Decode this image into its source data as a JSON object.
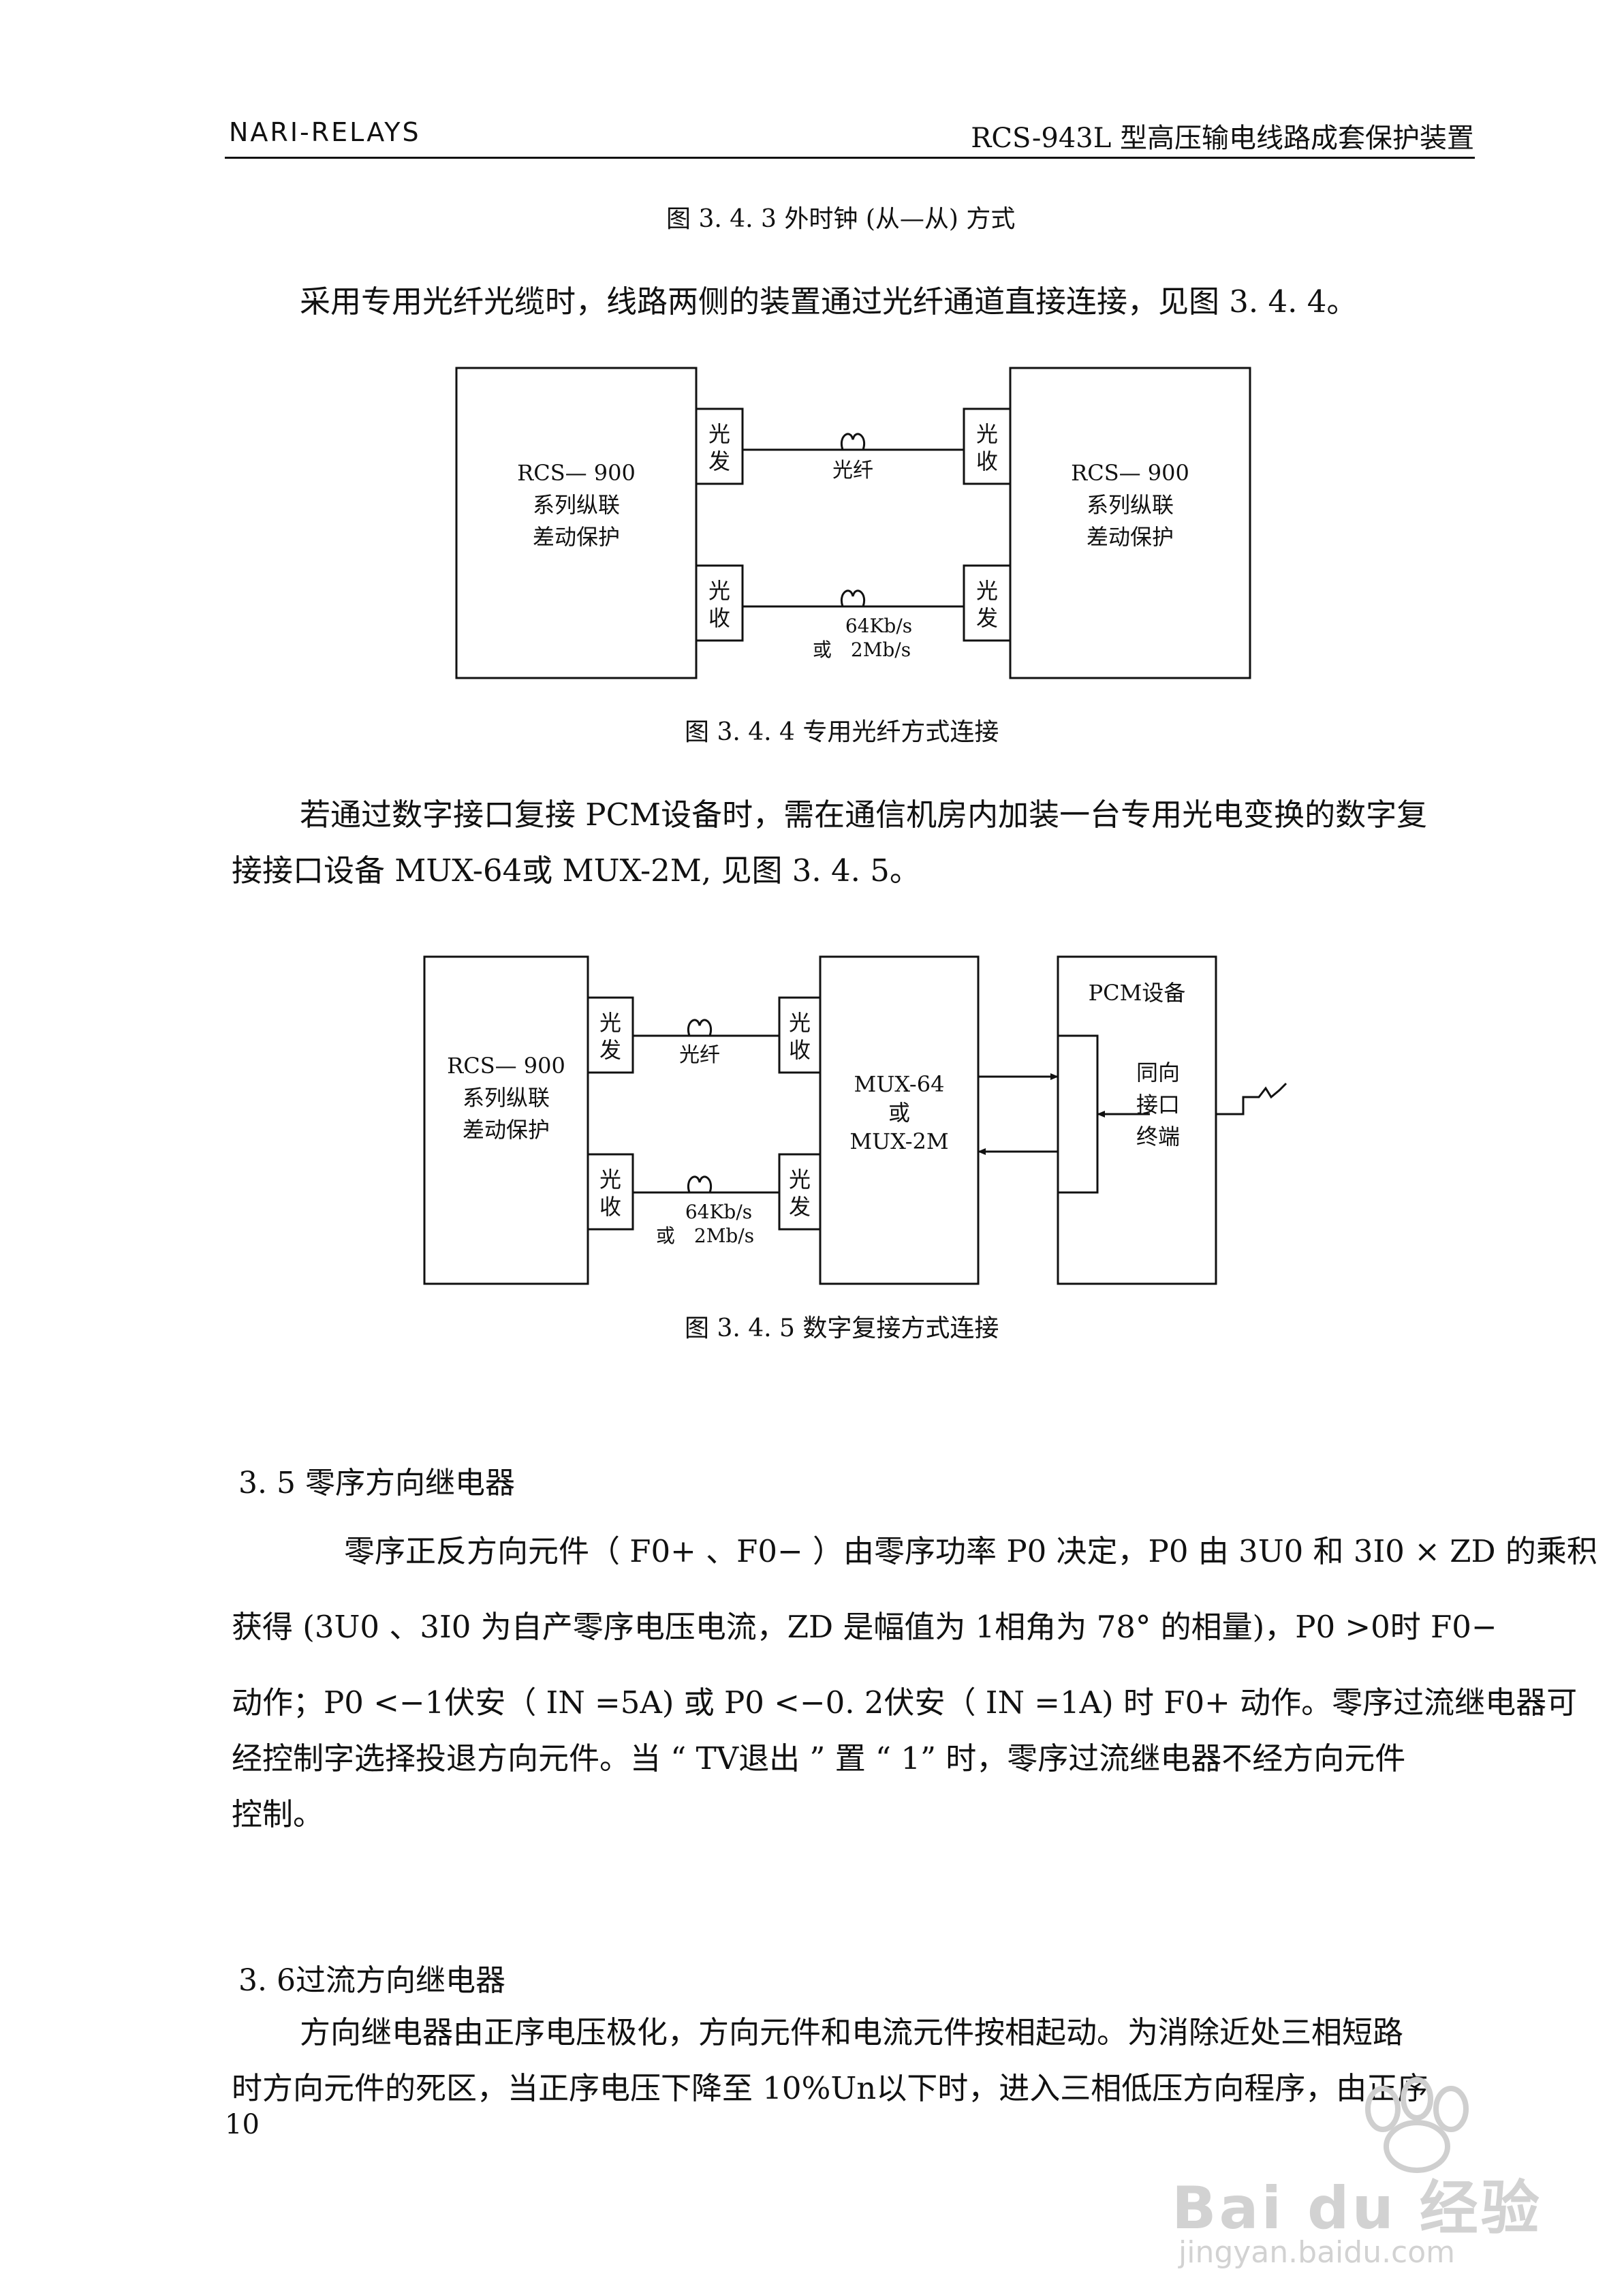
{
  "header": {
    "left": "NARI-RELAYS",
    "right": "RCS-943L 型高压输电线路成套保护装置"
  },
  "fig343_caption": "图 3. 4. 3 外时钟 (从—从) 方式",
  "para_intro1": "采用专用光纤光缆时，线路两侧的装置通过光纤通道直接连接，见图 3. 4. 4。",
  "fig344": {
    "left_box": [
      "RCS— 900",
      "系列纵联",
      "差动保护"
    ],
    "right_box": [
      "RCS— 900",
      "系列纵联",
      "差动保护"
    ],
    "left_tx": [
      "光",
      "发"
    ],
    "left_rx": [
      "光",
      "收"
    ],
    "right_rx": [
      "光",
      "收"
    ],
    "right_tx": [
      "光",
      "发"
    ],
    "fiber_label": "光纤",
    "rate_label_1": "64Kb/s",
    "rate_label_2": "或　2Mb/s",
    "caption": "图 3. 4. 4 专用光纤方式连接"
  },
  "para_intro2": [
    "若通过数字接口复接 PCM设备时，需在通信机房内加装一台专用光电变换的数字复",
    "接接口设备 MUX-64或 MUX-2M, 见图 3. 4. 5。"
  ],
  "fig345": {
    "left_box": [
      "RCS— 900",
      "系列纵联",
      "差动保护"
    ],
    "left_tx": [
      "光",
      "发"
    ],
    "left_rx": [
      "光",
      "收"
    ],
    "mux_rx": [
      "光",
      "收"
    ],
    "mux_tx": [
      "光",
      "发"
    ],
    "mux_label": [
      "MUX-64",
      "或",
      "MUX-2M"
    ],
    "pcm_title": "PCM设备",
    "pcm_port": [
      "同向",
      "接口",
      "终端"
    ],
    "fiber_label": "光纤",
    "rate_label_1": "64Kb/s",
    "rate_label_2": "或　2Mb/s",
    "caption": "图 3. 4. 5 数字复接方式连接"
  },
  "section_35": {
    "heading": "3. 5 零序方向继电器",
    "lines": [
      "零序正反方向元件（ F0+ 、F0− ）由零序功率 P0 决定，P0 由 3U0 和 3I0 × ZD 的乘积",
      "获得 (3U0 、3I0 为自产零序电压电流，ZD 是幅值为 1相角为 78° 的相量)，P0 >0时 F0−",
      "动作；P0 <−1伏安（ IN =5A) 或 P0 <−0. 2伏安（ IN =1A) 时 F0+ 动作。零序过流继电器可",
      "经控制字选择投退方向元件。当 “ TV退出 ” 置 “ 1” 时，零序过流继电器不经方向元件",
      "控制。"
    ]
  },
  "section_36": {
    "heading": "3. 6过流方向继电器",
    "lines": [
      "方向继电器由正序电压极化，方向元件和电流元件按相起动。为消除近处三相短路",
      "时方向元件的死区，当正序电压下降至 10%Un以下时，进入三相低压方向程序，由正序"
    ]
  },
  "page_number": "10",
  "watermark": {
    "brand": "Bai du 经验",
    "url": "jingyan.baidu.com"
  }
}
